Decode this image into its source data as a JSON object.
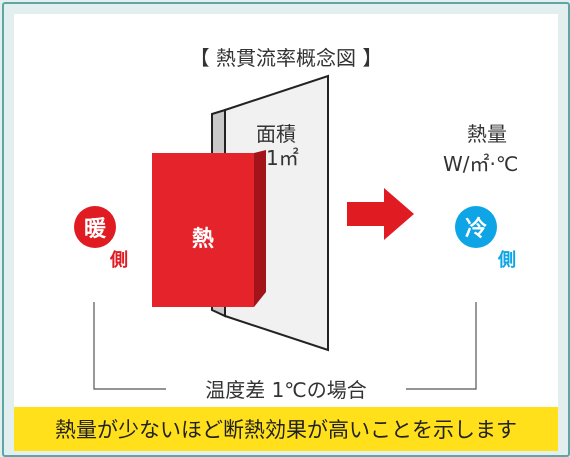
{
  "title": "【 熱貫流率概念図 】",
  "area": {
    "label": "面積",
    "value": "1㎡"
  },
  "heat_amount": {
    "label": "熱量",
    "unit": "W/㎡·℃"
  },
  "heat_block_label": "熱",
  "warm": {
    "circle_text": "暖",
    "side_text": "側"
  },
  "cold": {
    "circle_text": "冷",
    "side_text": "側"
  },
  "condition_text": "温度差 1℃の場合",
  "footer_text": "熱量が少ないほど断熱効果が高いことを示します",
  "colors": {
    "frame_background": "#e3efef",
    "frame_border": "#5fa5a5",
    "warm_red": "#e01b22",
    "cold_blue": "#0ea5e6",
    "footer_yellow": "#ffe01b"
  }
}
